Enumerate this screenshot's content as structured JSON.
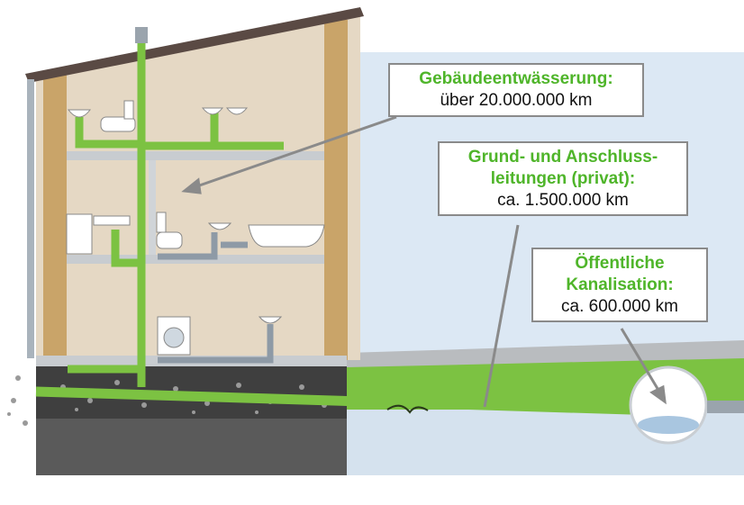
{
  "callouts": {
    "building": {
      "title": "Gebäudeentwässerung:",
      "value": "über 20.000.000 km"
    },
    "private": {
      "title_line1": "Grund- und Anschluss-",
      "title_line2": "leitungen (privat):",
      "value": "ca. 1.500.000 km"
    },
    "public": {
      "title_line1": "Öffentliche",
      "title_line2": "Kanalisation:",
      "value": "ca. 600.000 km"
    }
  },
  "colors": {
    "accent_green": "#4fb52a",
    "pipe_green": "#7cc242",
    "sky": "#dce8f4",
    "wall_brick": "#c9a469",
    "interior": "#e5d8c4",
    "soil": "#4a4a4a",
    "grey_pipe": "#8e9aa6"
  },
  "icons": [
    "house-cross-section",
    "sewer-pipe",
    "washbasin",
    "toilet",
    "bathtub",
    "washing-machine",
    "dishwasher",
    "tree-roots"
  ]
}
